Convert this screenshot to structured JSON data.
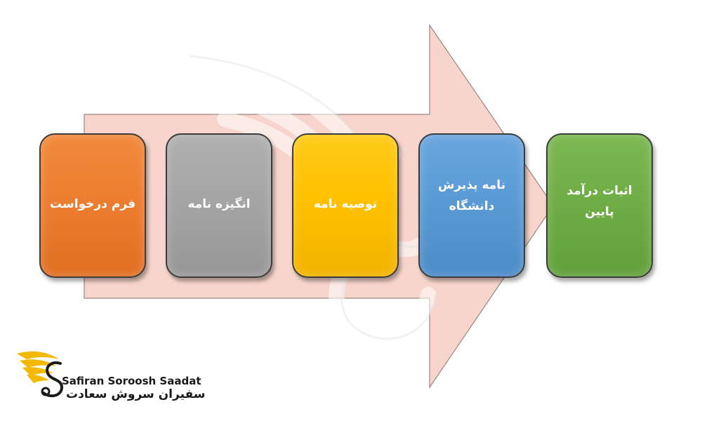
{
  "diagram": {
    "steps": [
      {
        "id": "step-1",
        "label": "فرم درخواست",
        "color": "#ed7d31"
      },
      {
        "id": "step-2",
        "label": "انگیزه نامه",
        "color": "#a5a5a5"
      },
      {
        "id": "step-3",
        "label": "توصیه نامه",
        "color": "#ffc000"
      },
      {
        "id": "step-4",
        "label": "نامه پذیرش\nدانشگاه",
        "color": "#5b9bd5"
      },
      {
        "id": "step-5",
        "label": "اثبات درآمد\nپایین",
        "color": "#70ad47"
      }
    ],
    "arrow_color": "#f8d5cc",
    "arrow_icon": "right-block-arrow-icon"
  },
  "logo": {
    "name_en": "Safiran Soroosh Saadat",
    "name_fa": "سفیران سروش سعادت",
    "mark_icon": "winged-s-icon",
    "mark_colors": [
      "#f5b800",
      "#1a1a1a"
    ]
  },
  "watermark": {
    "icon": "winged-s-watermark-icon"
  }
}
